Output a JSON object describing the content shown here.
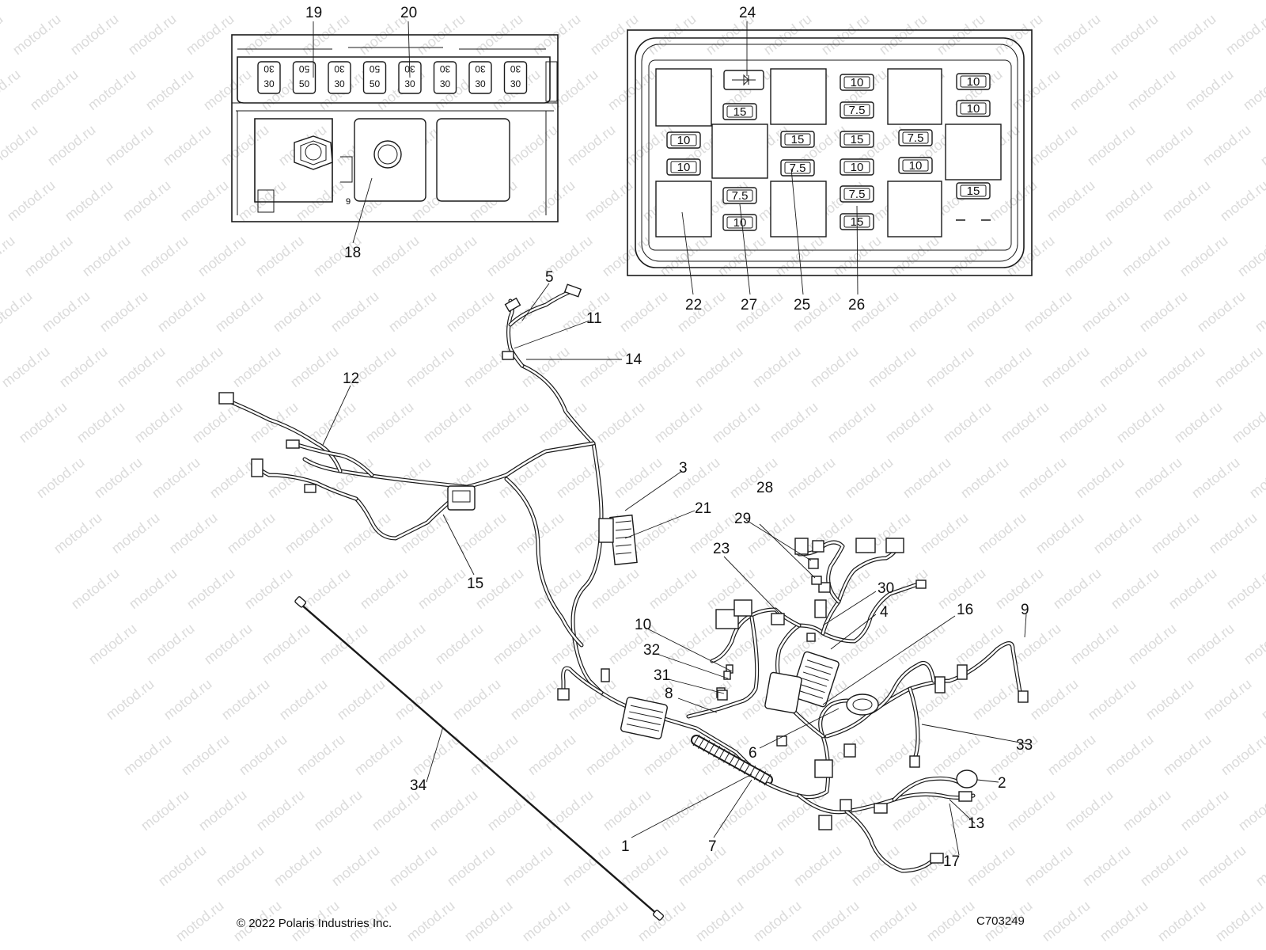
{
  "callouts": {
    "c1": "1",
    "c2": "2",
    "c3": "3",
    "c4": "4",
    "c5": "5",
    "c6": "6",
    "c7": "7",
    "c8": "8",
    "c9": "9",
    "c10": "10",
    "c11": "11",
    "c12": "12",
    "c13": "13",
    "c14": "14",
    "c15": "15",
    "c16": "16",
    "c17": "17",
    "c18": "18",
    "c19": "19",
    "c20": "20",
    "c21": "21",
    "c22": "22",
    "c23": "23",
    "c24": "24",
    "c25": "25",
    "c26": "26",
    "c27": "27",
    "c28": "28",
    "c29": "29",
    "c30": "30",
    "c31": "31",
    "c32": "32",
    "c33": "33",
    "c34": "34"
  },
  "power_box": {
    "fuses_top": [
      "30",
      "50",
      "30",
      "50",
      "30",
      "30",
      "30",
      "30"
    ],
    "fuses_bottom": [
      "30",
      "50",
      "30",
      "50",
      "30",
      "30",
      "30",
      "30"
    ],
    "panel_label": "9"
  },
  "fuse_box": {
    "col2": [
      "15",
      "7.5",
      "10"
    ],
    "col2_left": [
      "10",
      "10"
    ],
    "col3": [
      "15",
      "7.5"
    ],
    "col4": [
      "10",
      "7.5",
      "15",
      "10",
      "7.5",
      "15"
    ],
    "col5": [
      "7.5",
      "10"
    ],
    "col6": [
      "10",
      "10",
      "15"
    ]
  },
  "watermark": "motod.ru",
  "copyright": "© 2022 Polaris Industries Inc.",
  "figure_id": "C703249"
}
